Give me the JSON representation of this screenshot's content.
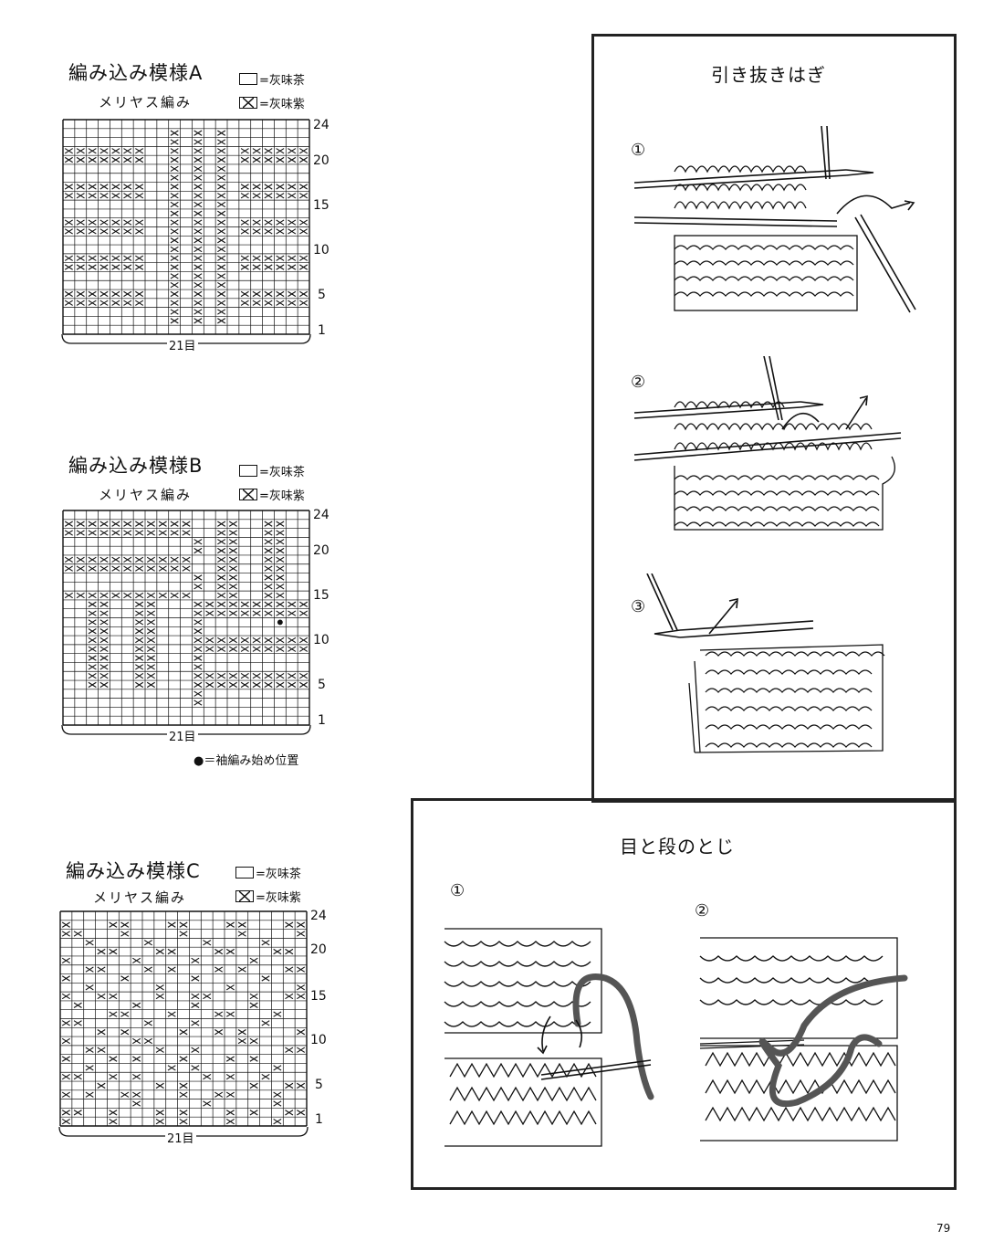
{
  "charts": [
    {
      "id": "A",
      "title": "編み込み模様A",
      "subtitle": "メリヤス編み",
      "legend": [
        {
          "symbol": "blank",
          "text": "=灰味茶"
        },
        {
          "symbol": "cross",
          "text": "=灰味紫"
        }
      ],
      "row_labels": [
        "24",
        "20",
        "15",
        "10",
        "5",
        "1"
      ],
      "width_label": "21目",
      "grid": [
        ".....................",
        ".........x.x.x.......",
        ".........x.x.x.......",
        "xxxxxxx..x.x.x.xxxxxx",
        "xxxxxxx..x.x.x.xxxxxx",
        ".........x.x.x.......",
        ".........x.x.x.......",
        "xxxxxxx..x.x.x.xxxxxx",
        "xxxxxxx..x.x.x.xxxxxx",
        ".........x.x.x.......",
        ".........x.x.x.......",
        "xxxxxxx..x.x.x.xxxxxx",
        "xxxxxxx..x.x.x.xxxxxx",
        ".........x.x.x.......",
        ".........x.x.x.......",
        "xxxxxxx..x.x.x.xxxxxx",
        "xxxxxxx..x.x.x.xxxxxx",
        ".........x.x.x.......",
        ".........x.x.x.......",
        "xxxxxxx..x.x.x.xxxxxx",
        "xxxxxxx..x.x.x.xxxxxx",
        ".........x.x.x.......",
        ".........x.x.x.......",
        "....................."
      ]
    },
    {
      "id": "B",
      "title": "編み込み模様B",
      "subtitle": "メリヤス編み",
      "legend": [
        {
          "symbol": "blank",
          "text": "=灰味茶"
        },
        {
          "symbol": "cross",
          "text": "=灰味紫"
        }
      ],
      "row_labels": [
        "24",
        "20",
        "15",
        "10",
        "5",
        "1"
      ],
      "width_label": "21目",
      "note": "●＝袖編み始め位置",
      "grid": [
        ".....................",
        "xxxxxxxxxxx..xx..xx..",
        "xxxxxxxxxxx..xx..xx..",
        "...........x.xx..xx..",
        "...........x.xx..xx..",
        "xxxxxxxxxxx..xx..xx..",
        "xxxxxxxxxxx..xx..xx..",
        "...........x.xx..xx..",
        "...........x.xx..xx..",
        "xxxxxxxxxxx..xx..xx..",
        "..xx..xx...xxxxxxxxxx",
        "..xx..xx...xxxxxxxxxx",
        "..xx..xx...x......o..",
        "..xx..xx...x.........",
        "..xx..xx...xxxxxxxxxx",
        "..xx..xx...xxxxxxxxxx",
        "..xx..xx...x.........",
        "..xx..xx...x.........",
        "..xx..xx...xxxxxxxxxx",
        "..xx..xx...xxxxxxxxxx",
        "...........x.........",
        "...........x.........",
        ".....................",
        "....................."
      ]
    },
    {
      "id": "C",
      "title": "編み込み模様C",
      "subtitle": "メリヤス編み",
      "legend": [
        {
          "symbol": "blank",
          "text": "=灰味茶"
        },
        {
          "symbol": "cross",
          "text": "=灰味紫"
        }
      ],
      "row_labels": [
        "24",
        "20",
        "15",
        "10",
        "5",
        "1"
      ],
      "width_label": "21目",
      "grid": [
        ".....................",
        "x...xx...xx...xx...xx",
        "xx...x....x....x....x",
        "..x....x....x....x...",
        "...xx...xx...xx...xx.",
        "x.....x....x....x....",
        "..xx...x.x...x.x...xx",
        "x....x.....x.....x...",
        "..x.....x.....x.....x",
        "x..xx...x..xx...x..xx",
        ".x....x....x....x....",
        "....xx...x...xx...x..",
        "xx.....x...x.....x...",
        "...x.x....x..x.x....x",
        "x.....xx.......xx....",
        "..xx....x..x.......xx",
        "x...x.x...x...x.x....",
        "..x......x.x......x..",
        "xx..x.x.....x.x..x...",
        "...x....x.x.....x..xx",
        "x.x..xx...x..xx...x..",
        "......x.....x.....x..",
        "xx..x...x.x...x.x..xx",
        "x...x...x.x...x...x.."
      ]
    }
  ],
  "panel_hikinuki": {
    "title": "引き抜きはぎ",
    "steps": [
      "①",
      "②",
      "③"
    ]
  },
  "panel_toji": {
    "title": "目と段のとじ",
    "steps": [
      "①",
      "②"
    ]
  },
  "page_number": "79"
}
